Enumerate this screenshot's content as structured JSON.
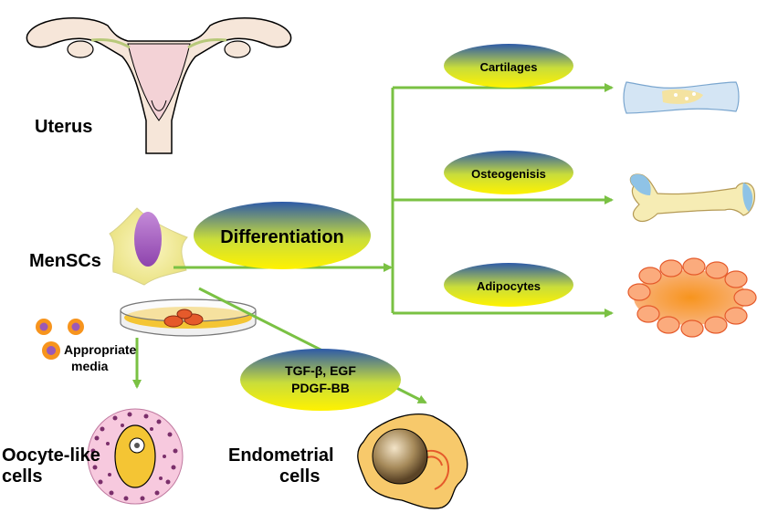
{
  "labels": {
    "uterus": "Uterus",
    "mensc": "MenSCs",
    "appropriate_line1": "Appropriate",
    "appropriate_line2": "media",
    "oocyte_line1": "Oocyte-like",
    "oocyte_line2": "cells",
    "endometrial_line1": "Endometrial",
    "endometrial_line2": "cells"
  },
  "ovals": {
    "differentiation": "Differentiation",
    "cartilages": "Cartilages",
    "osteogenisis": "Osteogenisis",
    "adipocytes": "Adipocytes",
    "factors_line1": "TGF-β, EGF",
    "factors_line2": "PDGF-BB"
  },
  "colors": {
    "arrow": "#7ac143",
    "oval_top": "#2d5aa8",
    "oval_bottom": "#fff200",
    "cell_outer": "#f4a000",
    "cell_core": "#9b59b6"
  }
}
